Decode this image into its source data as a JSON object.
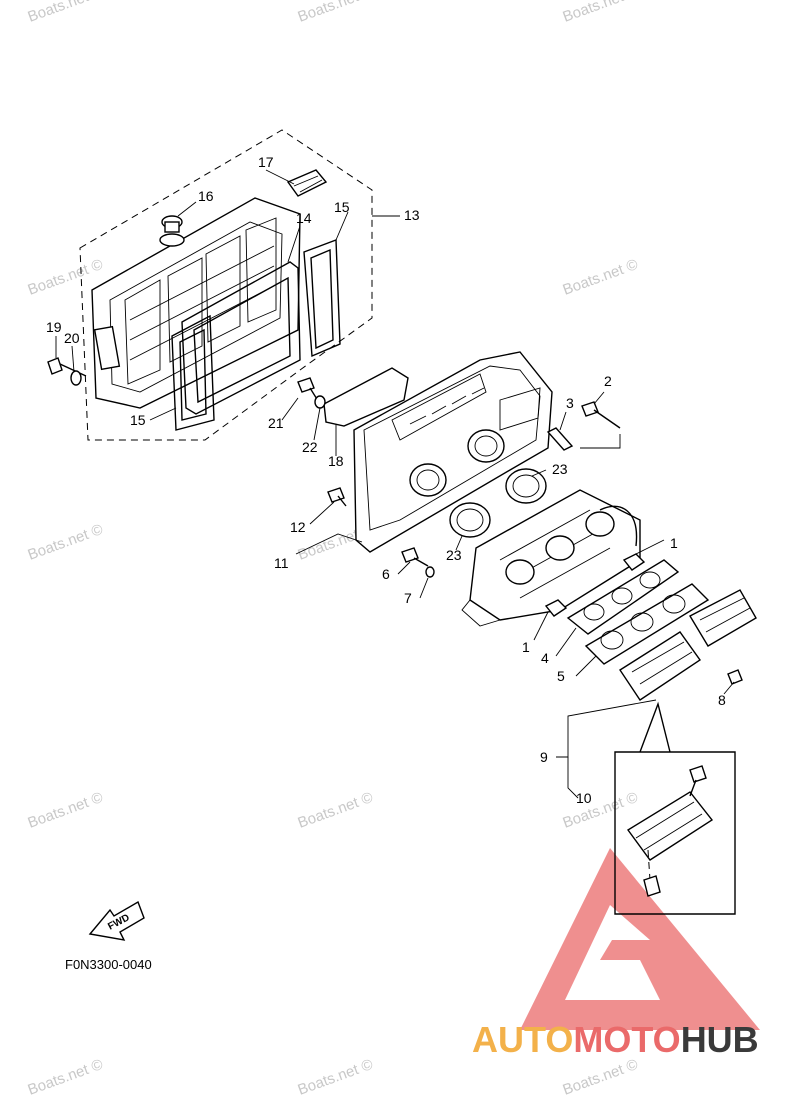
{
  "diagram": {
    "code": "F0N3300-0040",
    "fwd_label": "FWD",
    "watermark": "Boats.net ©",
    "brand": {
      "part1": "AUTO",
      "part2": "MOTO",
      "part3": "HUB",
      "colors": {
        "light": "#f3b14a",
        "red": "#ea6a6a",
        "dark": "#3a3a3a"
      }
    },
    "callouts": [
      "1",
      "1",
      "2",
      "3",
      "4",
      "5",
      "6",
      "7",
      "8",
      "9",
      "10",
      "11",
      "12",
      "13",
      "14",
      "15",
      "15",
      "16",
      "17",
      "18",
      "19",
      "20",
      "21",
      "22",
      "23",
      "23"
    ]
  }
}
